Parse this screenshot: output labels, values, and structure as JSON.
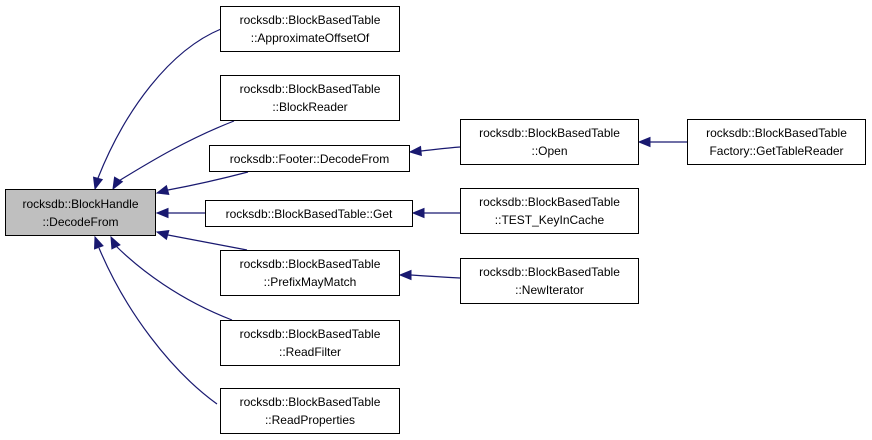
{
  "graph": {
    "nodes": [
      {
        "id": "decodefrom",
        "lines": [
          "rocksdb::BlockHandle",
          "::DecodeFrom"
        ],
        "focus": true
      },
      {
        "id": "approx",
        "lines": [
          "rocksdb::BlockBasedTable",
          "::ApproximateOffsetOf"
        ]
      },
      {
        "id": "blockreader",
        "lines": [
          "rocksdb::BlockBasedTable",
          "::BlockReader"
        ]
      },
      {
        "id": "footer",
        "lines": [
          "rocksdb::Footer::DecodeFrom"
        ]
      },
      {
        "id": "get",
        "lines": [
          "rocksdb::BlockBasedTable::Get"
        ]
      },
      {
        "id": "prefix",
        "lines": [
          "rocksdb::BlockBasedTable",
          "::PrefixMayMatch"
        ]
      },
      {
        "id": "readfilter",
        "lines": [
          "rocksdb::BlockBasedTable",
          "::ReadFilter"
        ]
      },
      {
        "id": "readprops",
        "lines": [
          "rocksdb::BlockBasedTable",
          "::ReadProperties"
        ]
      },
      {
        "id": "open",
        "lines": [
          "rocksdb::BlockBasedTable",
          "::Open"
        ]
      },
      {
        "id": "testkey",
        "lines": [
          "rocksdb::BlockBasedTable",
          "::TEST_KeyInCache"
        ]
      },
      {
        "id": "newiter",
        "lines": [
          "rocksdb::BlockBasedTable",
          "::NewIterator"
        ]
      },
      {
        "id": "factory",
        "lines": [
          "rocksdb::BlockBasedTable",
          "Factory::GetTableReader"
        ]
      }
    ],
    "edges": [
      {
        "from": "approx",
        "to": "decodefrom"
      },
      {
        "from": "blockreader",
        "to": "decodefrom"
      },
      {
        "from": "footer",
        "to": "decodefrom"
      },
      {
        "from": "get",
        "to": "decodefrom"
      },
      {
        "from": "prefix",
        "to": "decodefrom"
      },
      {
        "from": "readfilter",
        "to": "decodefrom"
      },
      {
        "from": "readprops",
        "to": "decodefrom"
      },
      {
        "from": "open",
        "to": "footer"
      },
      {
        "from": "testkey",
        "to": "get"
      },
      {
        "from": "newiter",
        "to": "prefix"
      },
      {
        "from": "factory",
        "to": "open"
      }
    ],
    "colors": {
      "edge": "#191970",
      "node_border": "#000000",
      "focus_fill": "#bfbfbf",
      "node_fill": "#ffffff"
    }
  }
}
